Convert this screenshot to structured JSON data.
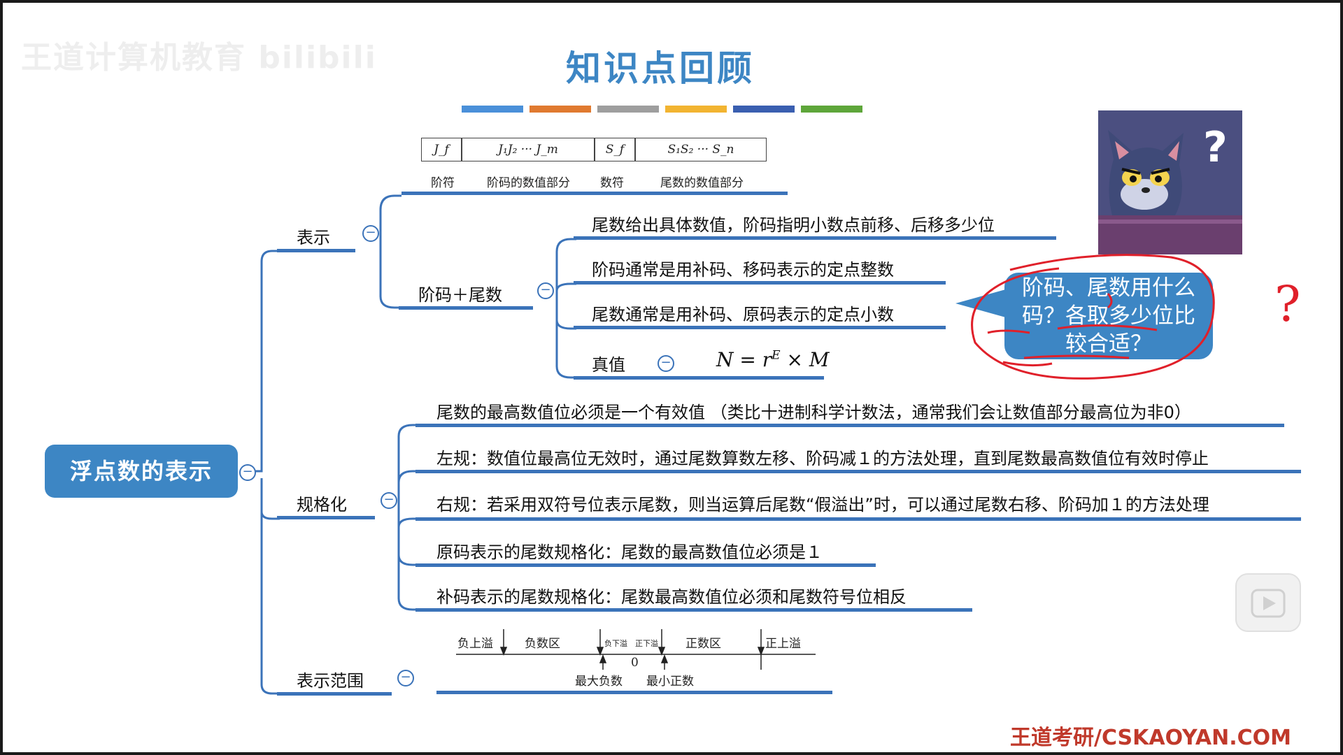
{
  "watermark": "王道计算机教育 bilibili",
  "slide_title": "知识点回顾",
  "color_bars": [
    "#4a90d9",
    "#e07a30",
    "#9e9e9e",
    "#f2b431",
    "#3a5fb0",
    "#5ea63a"
  ],
  "root": {
    "label": "浮点数的表示"
  },
  "branches": {
    "representation": {
      "label": "表示"
    },
    "exp_mantissa": {
      "label": "阶码＋尾数"
    },
    "normalization": {
      "label": "规格化"
    },
    "range": {
      "label": "表示范围"
    }
  },
  "format_diagram": {
    "cells": [
      "J_f",
      "J₁J₂ ··· J_m",
      "S_f",
      "S₁S₂ ··· S_n"
    ],
    "labels": [
      "阶符",
      "阶码的数值部分",
      "数符",
      "尾数的数值部分"
    ]
  },
  "exp_mantissa_items": [
    "尾数给出具体数值，阶码指明小数点前移、后移多少位",
    "阶码通常是用补码、移码表示的定点整数",
    "尾数通常是用补码、原码表示的定点小数"
  ],
  "true_value": {
    "label": "真值",
    "formula": "N = r",
    "formula_sup": "E",
    "formula_tail": " × M"
  },
  "normalization_items": [
    "尾数的最高数值位必须是一个有效值 （类比十进制科学计数法，通常我们会让数值部分最高位为非0）",
    "左规：数值位最高位无效时，通过尾数算数左移、阶码减１的方法处理，直到尾数最高数值位有效时停止",
    "右规：若采用双符号位表示尾数，则当运算后尾数“假溢出”时，可以通过尾数右移、阶码加１的方法处理",
    "原码表示的尾数规格化：尾数的最高数值位必须是１",
    "补码表示的尾数规格化：尾数最高数值位必须和尾数符号位相反"
  ],
  "range_diagram": {
    "neg_overflow": "负上溢",
    "neg_zone": "负数区",
    "neg_underflow": "负下溢",
    "pos_underflow": "正下溢",
    "pos_zone": "正数区",
    "pos_overflow": "正上溢",
    "zero": "0",
    "max_neg": "最大负数",
    "min_pos": "最小正数"
  },
  "bubble_text": "阶码、尾数用什么码？各取多少位比较合适？",
  "cat_question": "?",
  "annotation_mark": "?",
  "footer": "王道考研/CSKAOYAN.COM",
  "colors": {
    "accent": "#3d86c4",
    "line": "#3b73b9",
    "ink": "#e0202a",
    "footer": "#c0392b"
  }
}
